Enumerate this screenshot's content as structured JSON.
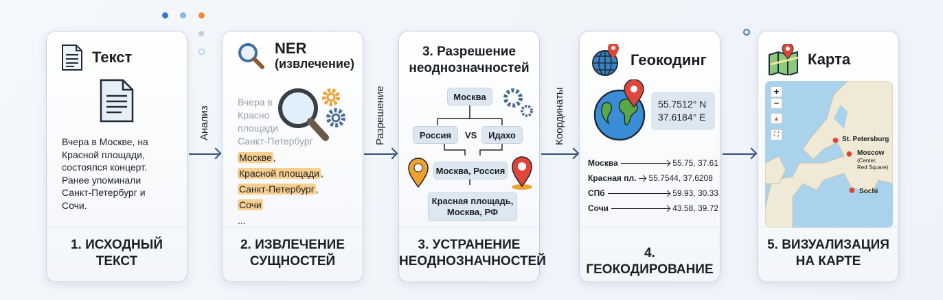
{
  "steps": [
    {
      "header": "Текст",
      "footer_line1": "1. ИСХОДНЫЙ",
      "footer_line2": "ТЕКСТ",
      "body": [
        "Вчера в Москве, на",
        "Красной площади,",
        "состоялся концерт.",
        "Ранее упоминали",
        "Санкт-Петербург и",
        "Сочи."
      ]
    },
    {
      "header_line1": "NER",
      "header_line2": "(извлечение)",
      "footer_line1": "2. ИЗВЛЕЧЕНИЕ",
      "footer_line2": "СУЩНОСТЕЙ",
      "faded": [
        "Вчера в",
        "Красно",
        "площади",
        "Санкт-Петербург"
      ],
      "entities": [
        "Москве",
        "Красной площади",
        "Санкт-Петербург",
        "Сочи"
      ],
      "ellipsis": "..."
    },
    {
      "header_line1": "3. Разрешение",
      "header_line2": "неоднозначностей",
      "footer_line1": "3. УСТРАНЕНИЕ",
      "footer_line2": "НЕОДНОЗНАЧНОСТЕЙ",
      "root": "Москва",
      "option_a": "Россия",
      "vs": "VS",
      "option_b": "Идахо",
      "resolved": "Москва, Россия",
      "final_line1": "Красная площадь,",
      "final_line2": "Москва, РФ"
    },
    {
      "header": "Геокодинг",
      "footer_line1": "4. ГЕОКОДИРОВАНИЕ",
      "lat": "55.7512° N",
      "lon": "37.6184° E",
      "rows": [
        {
          "name": "Москва",
          "coords": "55.75, 37.61"
        },
        {
          "name": "Красная пл.",
          "coords": "55.7544, 37.6208"
        },
        {
          "name": "СПб",
          "coords": "59.93, 30.33"
        },
        {
          "name": "Сочи",
          "coords": "43.58, 39.72"
        }
      ]
    },
    {
      "header": "Карта",
      "footer_line1": "5. ВИЗУАЛИЗАЦИЯ",
      "footer_line2": "НА КАРТЕ",
      "zoom_in": "+",
      "zoom_out": "−",
      "pins": {
        "spb": "St. Petersburg",
        "moscow": "Moscow",
        "moscow_note1": "(Center,",
        "moscow_note2": "Red Square)",
        "sochi": "Sochi"
      }
    }
  ],
  "arrows": [
    "Анализ",
    "Разрешение",
    "Координаты"
  ],
  "colors": {
    "accent": "#2e4f7a",
    "highlight": "#f8cf8f",
    "pin": "#e0453a"
  }
}
